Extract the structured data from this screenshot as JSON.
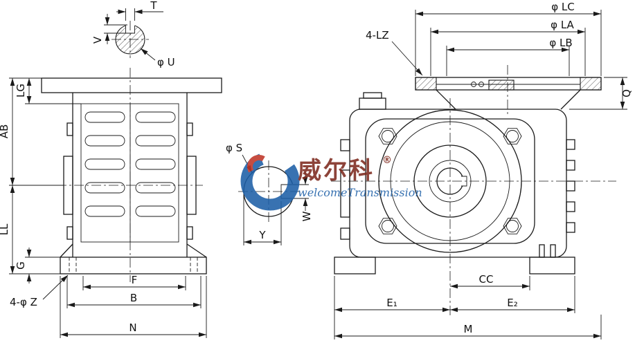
{
  "drawing": {
    "kind": "worm-gearbox-dimensional-drawing",
    "line_color": "#1a1a1a",
    "background": "#ffffff"
  },
  "front_view": {
    "dim_t": "T",
    "dim_v": "V",
    "dim_phi_u": "φ U",
    "dim_ab": "AB",
    "dim_lg": "LG",
    "dim_ll": "LL",
    "dim_g": "G",
    "dim_4_phi_z": "4-φ Z",
    "dim_f": "F",
    "dim_b": "B",
    "dim_n": "N"
  },
  "shaft_detail": {
    "dim_phi_s": "φ S",
    "dim_w": "W",
    "dim_y": "Y"
  },
  "side_view": {
    "dim_4_lz": "4-LZ",
    "dim_phi_lc": "φ LC",
    "dim_phi_la": "φ LA",
    "dim_phi_lb": "φ LB",
    "dim_q": "Q",
    "dim_cc": "CC",
    "dim_e1": "E₁",
    "dim_e2": "E₂",
    "dim_m": "M"
  },
  "watermark": {
    "brand": "威尔科",
    "registered": "®",
    "subtitle": "welcomeTransmission",
    "brand_color": "#7e2a1e",
    "subtitle_color": "#1d5fa7",
    "logo_blue": "#1d5fa7",
    "logo_red": "#bf3527"
  }
}
